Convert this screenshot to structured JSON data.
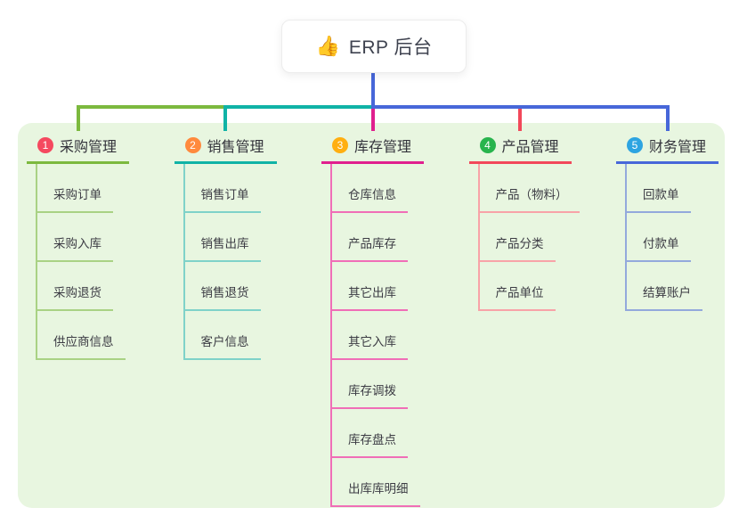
{
  "root": {
    "icon": "👍",
    "title": "ERP 后台"
  },
  "branches": [
    {
      "number": "1",
      "label": "采购管理",
      "badge_color": "#f5495f",
      "line_color": "#7cb93e",
      "light_color": "#a9d284",
      "children": [
        "采购订单",
        "采购入库",
        "采购退货",
        "供应商信息"
      ]
    },
    {
      "number": "2",
      "label": "销售管理",
      "badge_color": "#ff8a3d",
      "line_color": "#10b3a6",
      "light_color": "#7fd2c9",
      "children": [
        "销售订单",
        "销售出库",
        "销售退货",
        "客户信息"
      ]
    },
    {
      "number": "3",
      "label": "库存管理",
      "badge_color": "#ffaf11",
      "line_color": "#e01f8e",
      "light_color": "#f06eb7",
      "children": [
        "仓库信息",
        "产品库存",
        "其它出库",
        "其它入库",
        "库存调拨",
        "库存盘点",
        "出库库明细"
      ]
    },
    {
      "number": "4",
      "label": "产品管理",
      "badge_color": "#28b44d",
      "line_color": "#f2485a",
      "light_color": "#f8a3a8",
      "children": [
        "产品（物料）",
        "产品分类",
        "产品单位"
      ]
    },
    {
      "number": "5",
      "label": "财务管理",
      "badge_color": "#2da4e1",
      "line_color": "#4767d9",
      "light_color": "#93a9dc",
      "children": [
        "回款单",
        "付款单",
        "结算账户"
      ]
    }
  ],
  "colors": {
    "board_bg": "#e8f6e0",
    "page_bg": "#ffffff",
    "root_connector": "#4767d9"
  }
}
